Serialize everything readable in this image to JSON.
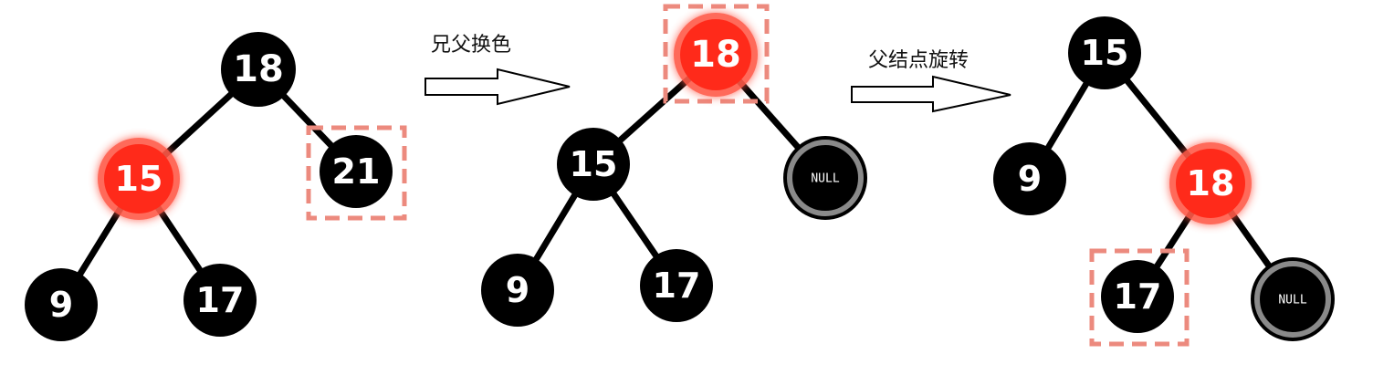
{
  "colors": {
    "black_node": "#000000",
    "red_node": "#ff2a1a",
    "red_glow": "#ff5a4a",
    "highlight_box": "#ec8a7e",
    "edge": "#000000",
    "null_ring": "#8a8a8a"
  },
  "steps": [
    {
      "label": "兄父换色"
    },
    {
      "label": "父结点旋转"
    }
  ],
  "trees": [
    {
      "nodes": [
        {
          "key": "18",
          "color": "black"
        },
        {
          "key": "15",
          "color": "red"
        },
        {
          "key": "21",
          "color": "black",
          "highlight": true
        },
        {
          "key": "9",
          "color": "black"
        },
        {
          "key": "17",
          "color": "black"
        }
      ]
    },
    {
      "nodes": [
        {
          "key": "18",
          "color": "red",
          "highlight": true
        },
        {
          "key": "15",
          "color": "black"
        },
        {
          "key": "NULL",
          "color": "null"
        },
        {
          "key": "9",
          "color": "black"
        },
        {
          "key": "17",
          "color": "black"
        }
      ]
    },
    {
      "nodes": [
        {
          "key": "15",
          "color": "black"
        },
        {
          "key": "9",
          "color": "black"
        },
        {
          "key": "18",
          "color": "red"
        },
        {
          "key": "17",
          "color": "black",
          "highlight": true
        },
        {
          "key": "NULL",
          "color": "null"
        }
      ]
    }
  ]
}
